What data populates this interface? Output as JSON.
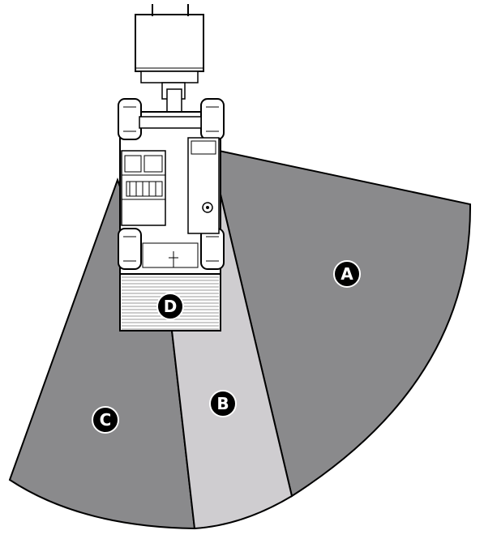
{
  "zones": {
    "a": {
      "label": "A"
    },
    "b": {
      "label": "B"
    },
    "c": {
      "label": "C"
    },
    "d": {
      "label": "D"
    }
  },
  "colors": {
    "zone_dark": "#8a8a8c",
    "zone_light": "#cfcdd0",
    "outline": "#000000",
    "machine_fill": "#ffffff",
    "label_circle": "#000000",
    "label_text": "#ffffff"
  }
}
